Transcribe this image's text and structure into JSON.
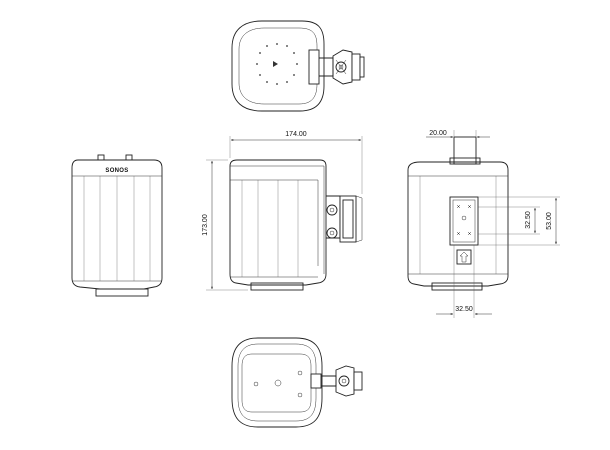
{
  "brand": "SONOS",
  "dimensions": {
    "width": "174.00",
    "height": "173.00",
    "bracket_offset": "20.00",
    "hole_spacing_vertical": "32.50",
    "bracket_height": "53.00",
    "hole_spacing_horizontal": "32.50"
  },
  "views": [
    "top-view",
    "front-view",
    "side-view",
    "back-view",
    "bottom-view"
  ]
}
